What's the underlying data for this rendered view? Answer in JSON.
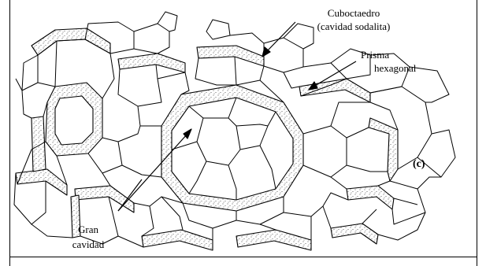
{
  "labels": {
    "cuboctaedro_line1": "Cuboctaedro",
    "cuboctaedro_line2": "(cavidad sodalita)",
    "prisma_line1": "Prisma",
    "prisma_line2": "hexagonal",
    "gran_line1": "Gran",
    "gran_line2": "cavidad",
    "panel": "(c)"
  },
  "colors": {
    "ink": "#000000",
    "paper": "#ffffff",
    "stipple": "#333333"
  }
}
